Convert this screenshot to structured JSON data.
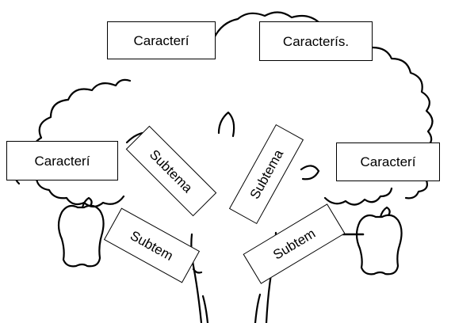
{
  "diagram": {
    "top_boxes": [
      {
        "label": "Caracterí"
      },
      {
        "label": "Caracterís."
      }
    ],
    "side_boxes": [
      {
        "label": "Caracterí"
      },
      {
        "label": "Caracterí"
      }
    ],
    "subtopic_boxes": [
      {
        "label": "Subtema"
      },
      {
        "label": "Subtem"
      },
      {
        "label": "Subtema"
      },
      {
        "label": "Subtem"
      }
    ]
  },
  "colors": {
    "line": "#000000",
    "box_fill": "#ffffff"
  }
}
